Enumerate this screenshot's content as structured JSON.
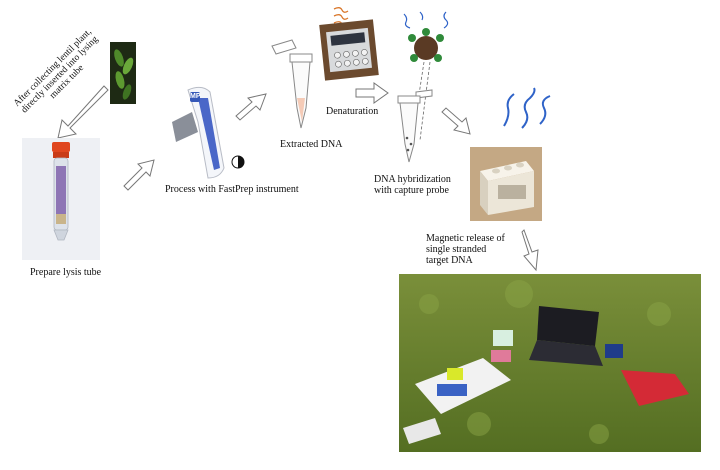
{
  "labels": {
    "rotated_note": "After collecting lentil plant, directly inserted into lysing matrix tube",
    "prepare": "Prepare lysis tube",
    "process": "Process with FastPrep instrument",
    "extracted": "Extracted DNA",
    "denaturation": "Denaturation",
    "hybridization": "DNA hybridization with capture probe",
    "magnetic": "Magnetic release of single stranded target DNA"
  },
  "instrument_brand": "MP"
}
